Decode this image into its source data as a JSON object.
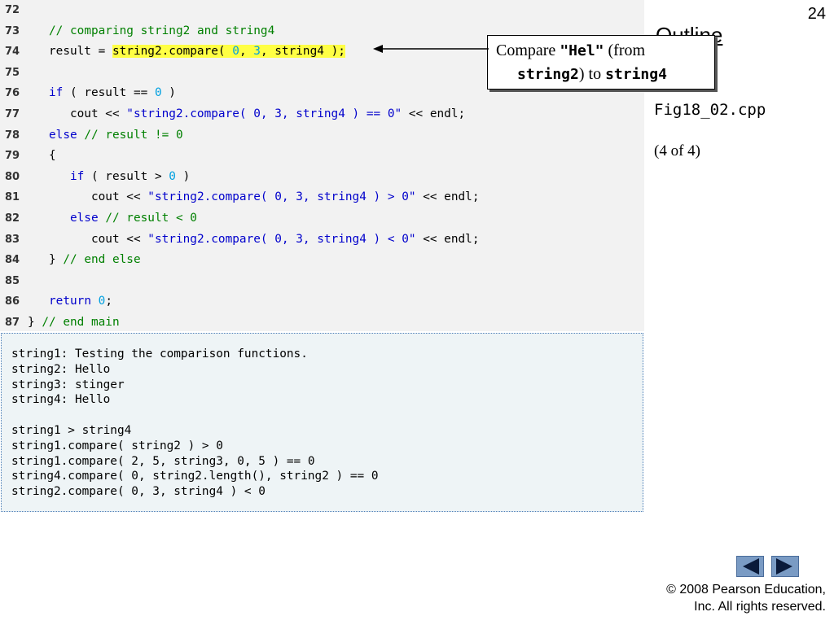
{
  "slide_number": "24",
  "outline_title": "Outline",
  "figure_name": "Fig18_02.cpp",
  "part_label": "(4 of 4)",
  "callout": {
    "t1": "Compare ",
    "t2": "\"Hel\"",
    "t3": " (from",
    "t4": "string2",
    "t5": ") to ",
    "t6": "string4"
  },
  "code_lines": [
    {
      "num": "72",
      "segments": []
    },
    {
      "num": "73",
      "segments": [
        {
          "t": "   "
        },
        {
          "t": "// comparing string2 and string4",
          "c": "cm"
        }
      ]
    },
    {
      "num": "74",
      "segments": [
        {
          "t": "   result = "
        },
        {
          "t": "string2.compare( ",
          "c": "hl"
        },
        {
          "t": "0",
          "c": "nm hl"
        },
        {
          "t": ", ",
          "c": "hl"
        },
        {
          "t": "3",
          "c": "nm hl"
        },
        {
          "t": ", string4 );",
          "c": "hl"
        }
      ]
    },
    {
      "num": "75",
      "segments": []
    },
    {
      "num": "76",
      "segments": [
        {
          "t": "   "
        },
        {
          "t": "if",
          "c": "kw"
        },
        {
          "t": " ( result == "
        },
        {
          "t": "0",
          "c": "nm"
        },
        {
          "t": " )"
        }
      ]
    },
    {
      "num": "77",
      "segments": [
        {
          "t": "      cout << "
        },
        {
          "t": "\"string2.compare( 0, 3, string4 ) == 0\"",
          "c": "st"
        },
        {
          "t": " << endl;"
        }
      ]
    },
    {
      "num": "78",
      "segments": [
        {
          "t": "   "
        },
        {
          "t": "else",
          "c": "kw"
        },
        {
          "t": " "
        },
        {
          "t": "// result != 0",
          "c": "cm"
        }
      ]
    },
    {
      "num": "79",
      "segments": [
        {
          "t": "   {"
        }
      ]
    },
    {
      "num": "80",
      "segments": [
        {
          "t": "      "
        },
        {
          "t": "if",
          "c": "kw"
        },
        {
          "t": " ( result > "
        },
        {
          "t": "0",
          "c": "nm"
        },
        {
          "t": " )"
        }
      ]
    },
    {
      "num": "81",
      "segments": [
        {
          "t": "         cout << "
        },
        {
          "t": "\"string2.compare( 0, 3, string4 ) > 0\"",
          "c": "st"
        },
        {
          "t": " << endl;"
        }
      ]
    },
    {
      "num": "82",
      "segments": [
        {
          "t": "      "
        },
        {
          "t": "else",
          "c": "kw"
        },
        {
          "t": " "
        },
        {
          "t": "// result < 0",
          "c": "cm"
        }
      ]
    },
    {
      "num": "83",
      "segments": [
        {
          "t": "         cout << "
        },
        {
          "t": "\"string2.compare( 0, 3, string4 ) < 0\"",
          "c": "st"
        },
        {
          "t": " << endl;"
        }
      ]
    },
    {
      "num": "84",
      "segments": [
        {
          "t": "   } "
        },
        {
          "t": "// end else",
          "c": "cm"
        }
      ]
    },
    {
      "num": "85",
      "segments": []
    },
    {
      "num": "86",
      "segments": [
        {
          "t": "   "
        },
        {
          "t": "return",
          "c": "kw"
        },
        {
          "t": " "
        },
        {
          "t": "0",
          "c": "nm"
        },
        {
          "t": ";"
        }
      ]
    },
    {
      "num": "87",
      "segments": [
        {
          "t": "} "
        },
        {
          "t": "// end main",
          "c": "cm"
        }
      ]
    }
  ],
  "output_lines": [
    "string1: Testing the comparison functions.",
    "string2: Hello",
    "string3: stinger",
    "string4: Hello",
    "",
    "string1 > string4",
    "string1.compare( string2 ) > 0",
    "string1.compare( 2, 5, string3, 0, 5 ) == 0",
    "string4.compare( 0, string2.length(), string2 ) == 0",
    "string2.compare( 0, 3, string4 ) < 0"
  ],
  "nav": {
    "prev_icon": "triangle-left",
    "next_icon": "triangle-right"
  },
  "copyright": {
    "line1": "© 2008 Pearson Education,",
    "line2": "Inc.  All rights reserved."
  }
}
